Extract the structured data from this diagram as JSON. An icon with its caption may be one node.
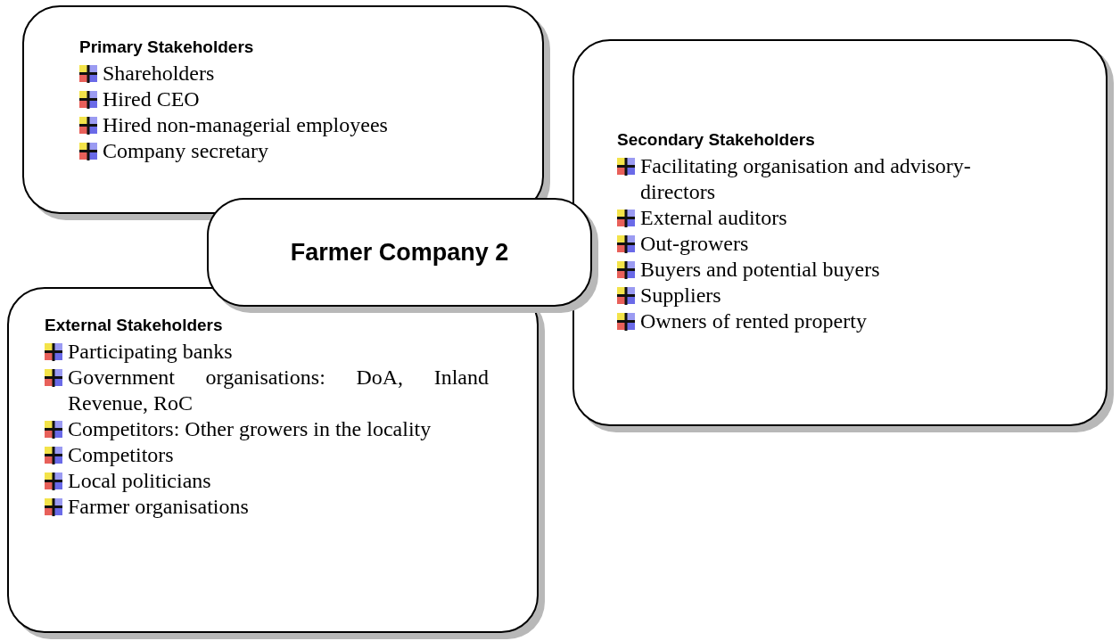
{
  "diagram": {
    "nodes": [
      {
        "text": [
          "Primary Stakeholders",
          "Shareholders",
          "Hired CEO",
          "Hired non-managerial employees",
          "Company secretary"
        ]
      },
      {
        "text": [
          "Secondary Stakeholders",
          "Facilitating organisation and advisory-directors",
          "External auditors",
          "Out-growers",
          "Buyers and potential buyers",
          "Suppliers",
          "Owners of rented property"
        ]
      },
      {
        "text": [
          "Farmer Company 2"
        ]
      },
      {
        "text": [
          "External Stakeholders",
          "Participating banks",
          "Government organisations: DoA, Inland Revenue, RoC",
          "Competitors: Other growers in the locality",
          "Competitors",
          "Local politicians",
          "Farmer organisations"
        ]
      }
    ],
    "edges": []
  }
}
